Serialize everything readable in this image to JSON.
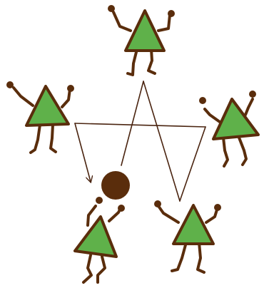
{
  "colors": {
    "figure_fill": "#5fb14a",
    "outline": "#5a2d0c",
    "ball": "#5a2d0c",
    "arrow": "#4a2410",
    "background": "#ffffff"
  },
  "figures": [
    {
      "id": "top-player",
      "pose": "arms-up"
    },
    {
      "id": "left-player",
      "pose": "arms-up"
    },
    {
      "id": "right-player",
      "pose": "arms-up"
    },
    {
      "id": "bottom-left-player",
      "pose": "reaching-for-ball"
    },
    {
      "id": "bottom-right-player",
      "pose": "arms-up"
    }
  ],
  "ball": {
    "icon": "ball-icon",
    "holder": "bottom-left-player"
  },
  "passes": {
    "count": 5,
    "pattern": "star"
  }
}
